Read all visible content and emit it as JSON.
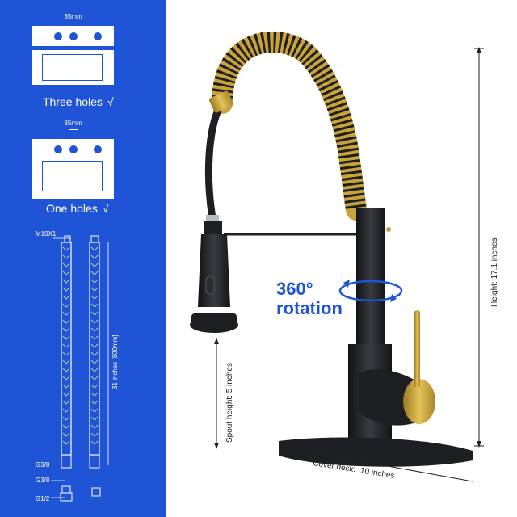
{
  "diagrams": {
    "three_holes": {
      "dimension": "35mm",
      "caption": "Three holes",
      "check": "√"
    },
    "one_holes": {
      "dimension": "35mm",
      "caption": "One holes",
      "check": "√"
    }
  },
  "hose": {
    "thread_top": "M10X1",
    "length_label": "31 inches [800mm]",
    "fitting_a": "G3/8",
    "fitting_b": "G3/8",
    "fitting_c": "G1/2"
  },
  "faucet": {
    "rotation_line1": "360°",
    "rotation_line2": "rotation",
    "height_label": "Height: 17.1 inches",
    "spout_height_label": "Spout height: 5 inches",
    "cover_deck_label": "Cover deck:",
    "cover_deck_value": "10 inches"
  },
  "colors": {
    "panel_blue": "#1f54d6",
    "faucet_black": "#1e1f22",
    "brass_gold": "#c8a33a",
    "accent_blue": "#1f54d6"
  }
}
